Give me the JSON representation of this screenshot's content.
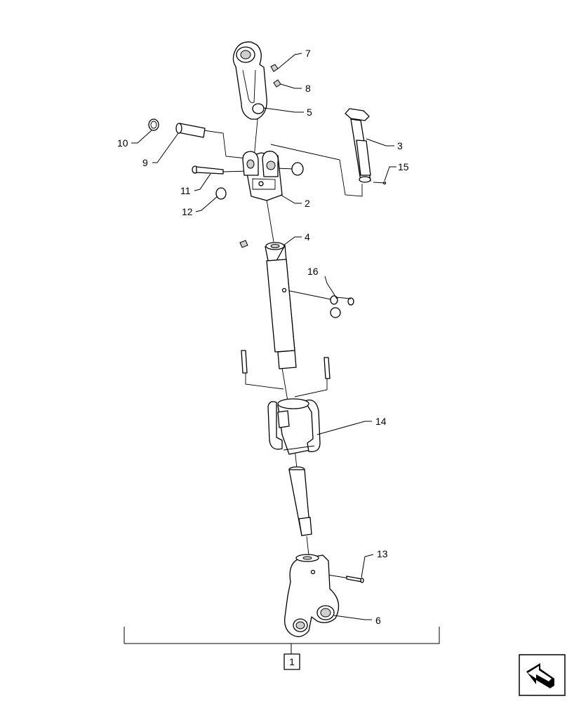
{
  "diagram": {
    "assembly_label": "1",
    "callouts": [
      "2",
      "3",
      "4",
      "5",
      "6",
      "7",
      "8",
      "9",
      "10",
      "11",
      "12",
      "13",
      "14",
      "15",
      "16"
    ],
    "nav_icon": "next-page-arrow-icon"
  }
}
